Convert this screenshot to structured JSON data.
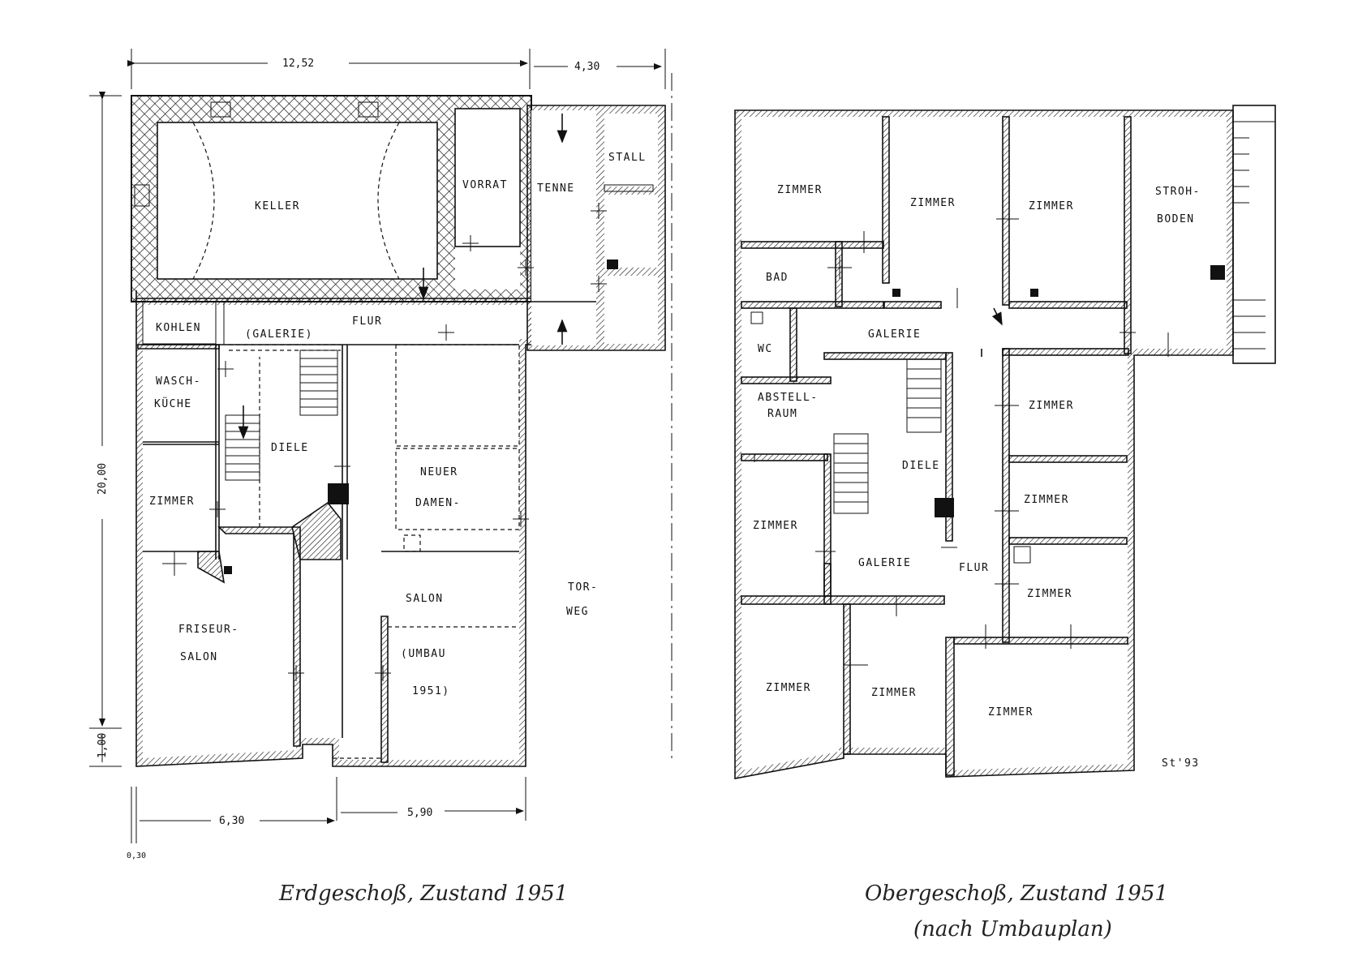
{
  "ground_floor": {
    "caption": "Erdgeschoß, Zustand 1951",
    "dimensions": {
      "top_left": "12,52",
      "top_right": "4,30",
      "left_height": "20,00",
      "left_small": "1,00",
      "bottom_left": "6,30",
      "bottom_right": "5,90",
      "bottom_small": "0,30"
    },
    "rooms": {
      "keller": "KELLER",
      "vorrat": "VORRAT",
      "tenne": "TENNE",
      "stall": "STALL",
      "kohlen": "KOHLEN",
      "galerie": "(GALERIE)",
      "flur": "FLUR",
      "wasch1": "WASCH-",
      "wasch2": "KÜCHE",
      "diele": "DIELE",
      "zimmer": "ZIMMER",
      "neuer": "NEUER",
      "damen": "DAMEN-",
      "salon": "SALON",
      "friseur1": "FRISEUR-",
      "friseur2": "SALON",
      "umbau1": "(UMBAU",
      "umbau2": "1951)",
      "tor": "TOR-",
      "weg": "WEG"
    }
  },
  "upper_floor": {
    "caption": "Obergeschoß, Zustand 1951",
    "caption_sub": "(nach Umbauplan)",
    "signature": "St'93",
    "rooms": {
      "zimmer_tl": "ZIMMER",
      "zimmer_tm": "ZIMMER",
      "zimmer_tr": "ZIMMER",
      "stroh1": "STROH-",
      "stroh2": "BODEN",
      "bad": "BAD",
      "galerie_top": "GALERIE",
      "wc": "WC",
      "abstell1": "ABSTELL-",
      "abstell2": "RAUM",
      "zimmer_r1": "ZIMMER",
      "diele": "DIELE",
      "zimmer_r2": "ZIMMER",
      "zimmer_l": "ZIMMER",
      "galerie_mid": "GALERIE",
      "flur": "FLUR",
      "zimmer_r3": "ZIMMER",
      "zimmer_bl": "ZIMMER",
      "zimmer_bm": "ZIMMER",
      "zimmer_br": "ZIMMER"
    }
  }
}
